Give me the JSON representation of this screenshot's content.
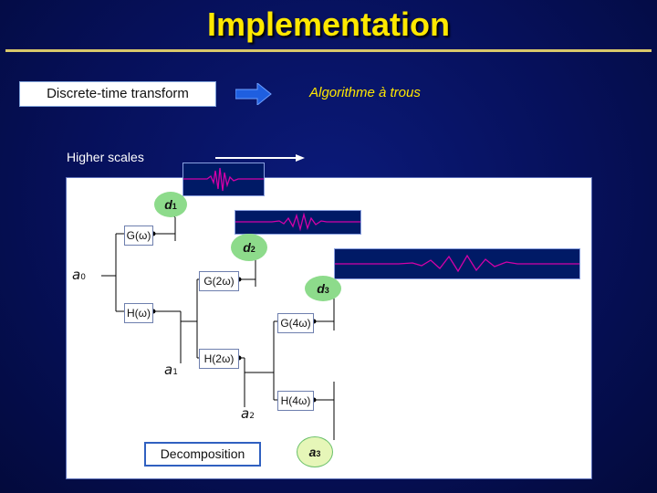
{
  "title": "Implementation",
  "header": {
    "left_box": "Discrete-time transform",
    "right_label": "Algorithme à trous",
    "higher_scales": "Higher scales"
  },
  "diagram": {
    "input": "a",
    "input_sub": "0",
    "filters": {
      "g1": "G(ω)",
      "h1": "H(ω)",
      "g2": "G(2ω)",
      "h2": "H(2ω)",
      "g4": "G(4ω)",
      "h4": "H(4ω)"
    },
    "details": [
      {
        "base": "d",
        "sub": "1"
      },
      {
        "base": "d",
        "sub": "2"
      },
      {
        "base": "d",
        "sub": "3"
      }
    ],
    "approx": [
      {
        "base": "a",
        "sub": "1"
      },
      {
        "base": "a",
        "sub": "2"
      },
      {
        "base": "a",
        "sub": "3"
      }
    ],
    "decomposition_label": "Decomposition"
  },
  "colors": {
    "title": "#ffe800",
    "accent_yellow": "#ffe800",
    "wavelet": "#d400a8",
    "wave_bg": "#001a66",
    "arrow": "#1f5fe0",
    "bubble": "#8ddb8b"
  }
}
